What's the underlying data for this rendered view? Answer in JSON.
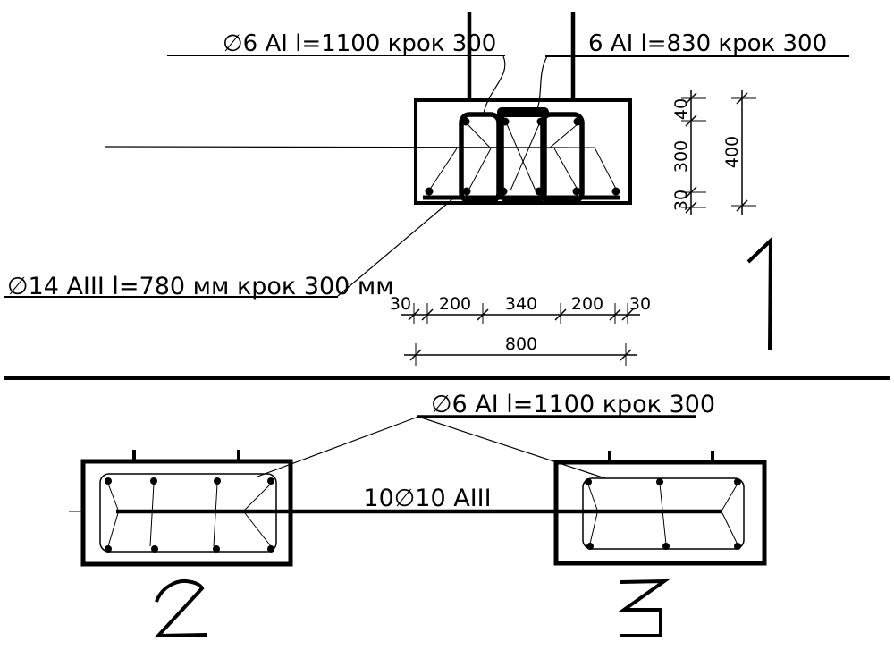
{
  "title": "Reinforcement detail drawing",
  "colors": {
    "line": "#000000",
    "background": "#ffffff"
  },
  "section": {
    "view_number": "1",
    "top_left_label": "∅6 AI  l=1100 крок 300",
    "top_right_label": "6 AI  l=830 крок 300",
    "bottom_bar_label": "∅14 AIII  l=780 мм крок 300 мм",
    "width_dims": [
      "30",
      "200",
      "340",
      "200",
      "30"
    ],
    "total_width": "800",
    "height_dims": [
      "40",
      "300",
      "30"
    ],
    "total_height": "400"
  },
  "plans": {
    "stirrup_label": "∅6 AI  l=1100 крок 300",
    "main_bars_label": "10∅10 AIII",
    "left_view_number": "2",
    "right_view_number": "3"
  }
}
